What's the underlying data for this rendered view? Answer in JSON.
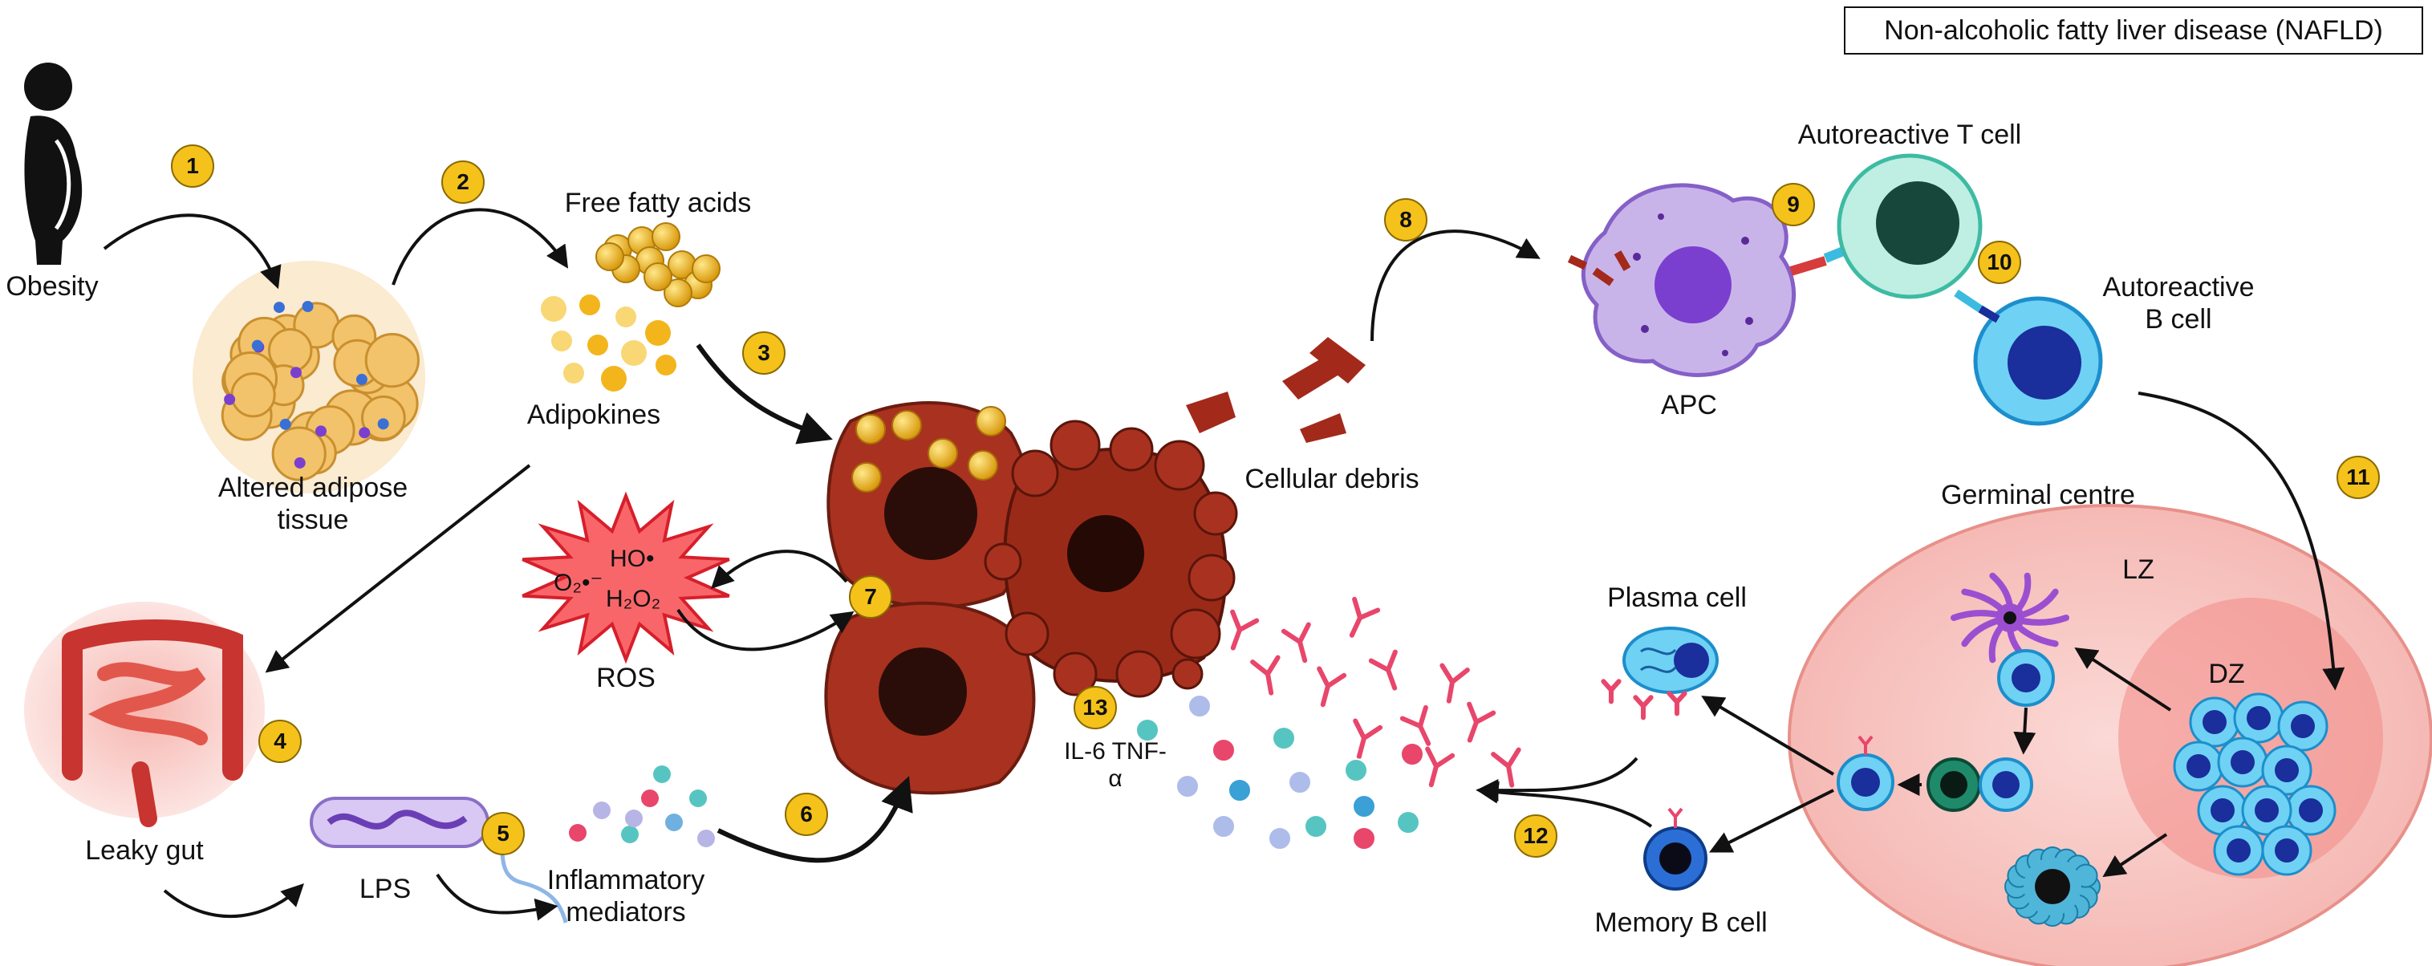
{
  "title": "Non-alcoholic fatty liver disease (NAFLD)",
  "labels": {
    "obesity": "Obesity",
    "adipose": "Altered adipose tissue",
    "ffa": "Free fatty acids",
    "adipokines": "Adipokines",
    "leaky_gut": "Leaky gut",
    "lps": "LPS",
    "inflammatory": "Inflammatory mediators",
    "ros": "ROS",
    "debris": "Cellular debris",
    "apc": "APC",
    "t_cell": "Autoreactive T cell",
    "b_cell": "Autoreactive B cell",
    "germinal": "Germinal centre",
    "lz": "LZ",
    "dz": "DZ",
    "plasma": "Plasma cell",
    "memory": "Memory B cell",
    "cytokines": "IL-6 TNF-α"
  },
  "ros_species": {
    "o2": "O₂•⁻",
    "ho": "HO•",
    "h2o2": "H₂O₂"
  },
  "steps": [
    "1",
    "2",
    "3",
    "4",
    "5",
    "6",
    "7",
    "8",
    "9",
    "10",
    "11",
    "12",
    "13"
  ],
  "colors": {
    "badge": "#f5c21b",
    "hepatocyte": "#a8321f",
    "apc": "#c9b4ea",
    "t_cell": "#bfeee3",
    "b_cell": "#5fc7ee",
    "germinal": "#f8c9c6",
    "antibody": "#e8466b",
    "fat": "#f0b923"
  }
}
